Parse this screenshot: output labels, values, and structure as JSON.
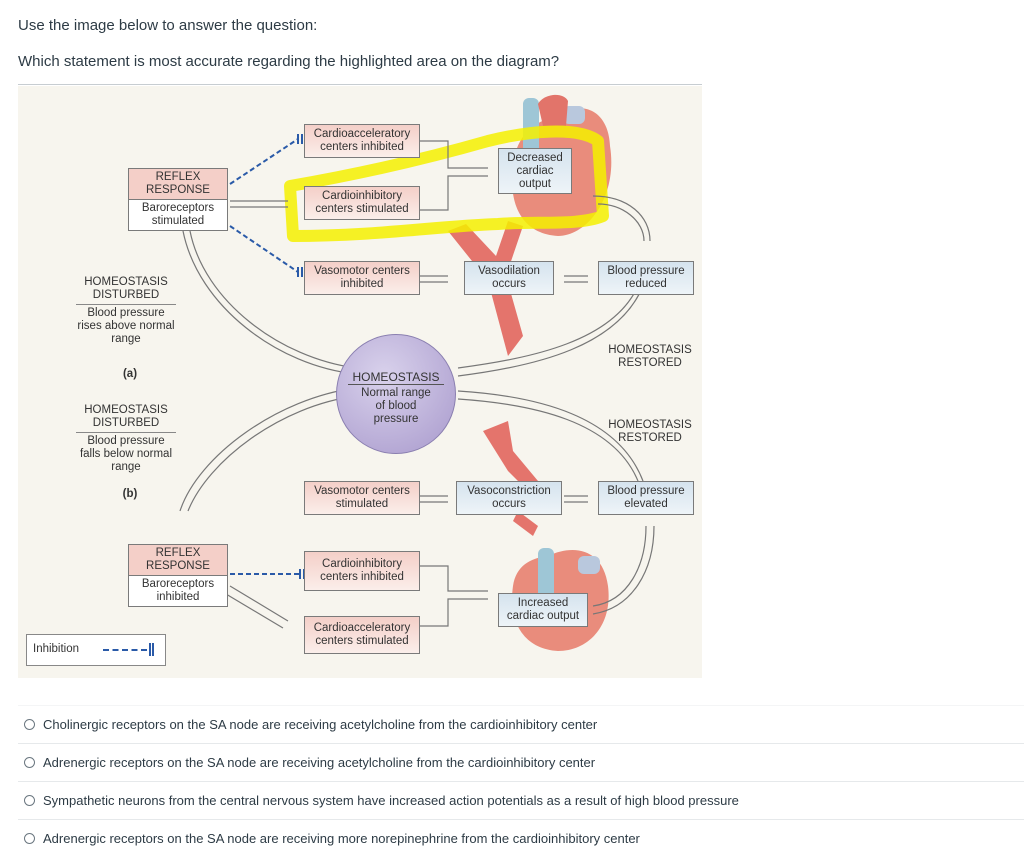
{
  "question": {
    "intro": "Use the image below to answer the question:",
    "prompt": "Which statement is most accurate regarding the highlighted area on the diagram?"
  },
  "diagram": {
    "top": {
      "reflex_title": "REFLEX RESPONSE",
      "reflex_sub": "Baroreceptors stimulated",
      "cardioaccel": "Cardioacceleratory centers inhibited",
      "cardioinhib": "Cardioinhibitory centers stimulated",
      "vasomotor": "Vasomotor centers inhibited",
      "cardiac_output": "Decreased cardiac output",
      "vaso": "Vasodilation occurs",
      "bp": "Blood pressure reduced",
      "disturbed_head": "HOMEOSTASIS DISTURBED",
      "disturbed_sub": "Blood pressure rises above normal range",
      "panel": "(a)",
      "restored": "HOMEOSTASIS RESTORED"
    },
    "center": {
      "title": "HOMEOSTASIS",
      "sub": "Normal range of blood pressure"
    },
    "bottom": {
      "reflex_title": "REFLEX RESPONSE",
      "reflex_sub": "Baroreceptors inhibited",
      "cardioinhib": "Cardioinhibitory centers inhibited",
      "cardioaccel": "Cardioacceleratory centers stimulated",
      "vasomotor": "Vasomotor centers stimulated",
      "cardiac_output": "Increased cardiac output",
      "vaso": "Vasoconstriction occurs",
      "bp": "Blood pressure elevated",
      "disturbed_head": "HOMEOSTASIS DISTURBED",
      "disturbed_sub": "Blood pressure falls below normal range",
      "panel": "(b)",
      "restored": "HOMEOSTASIS RESTORED"
    },
    "legend": "Inhibition",
    "highlight_color": "#f5f000",
    "inhibition_color": "#2a5aa8"
  },
  "options": [
    {
      "label": "Cholinergic receptors on the SA node are receiving acetylcholine from the cardioinhibitory center",
      "selected": false
    },
    {
      "label": "Adrenergic receptors on the SA node are receiving acetylcholine from the cardioinhibitory center",
      "selected": false
    },
    {
      "label": "Sympathetic neurons from the central nervous system have increased action potentials as a result of high blood pressure",
      "selected": false
    },
    {
      "label": "Adrenergic receptors on the SA node are receiving more norepinephrine from the cardioinhibitory center",
      "selected": false
    }
  ]
}
